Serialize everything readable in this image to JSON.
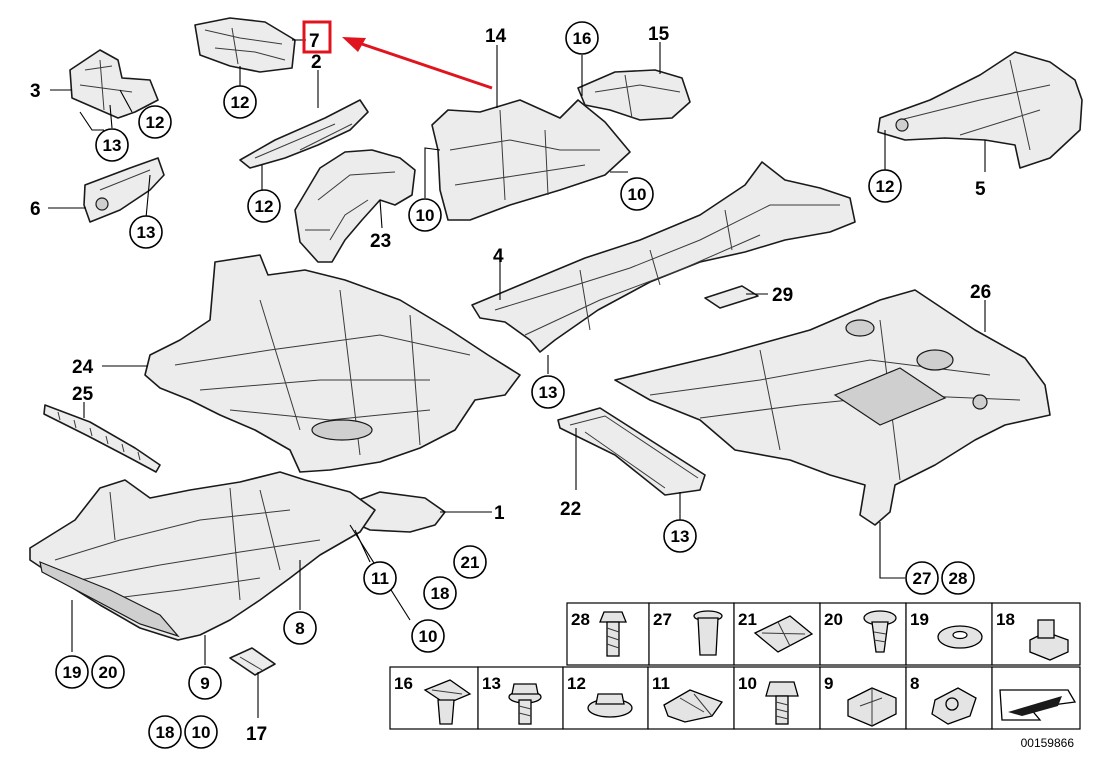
{
  "labels": {
    "p1": "1",
    "p2": "2",
    "p3": "3",
    "p4": "4",
    "p5": "5",
    "p6": "6",
    "p7": "7",
    "p8": "8",
    "p14": "14",
    "p15": "15",
    "p16": "16",
    "p17": "17",
    "p22": "22",
    "p23": "23",
    "p24": "24",
    "p25": "25",
    "p26": "26",
    "p29": "29"
  },
  "callouts": {
    "c12a": "12",
    "c12b": "12",
    "c12c": "12",
    "c12d": "12",
    "c13a": "13",
    "c13b": "13",
    "c13c": "13",
    "c13d": "13",
    "c10a": "10",
    "c10b": "10",
    "c10c": "10",
    "c10d": "10",
    "c16": "16",
    "c11": "11",
    "c18a": "18",
    "c18b": "18",
    "c21": "21",
    "c19": "19",
    "c20": "20",
    "c9": "9",
    "c8": "8",
    "c27": "27",
    "c28": "28"
  },
  "hardware_table": {
    "row1": [
      {
        "num": "28",
        "icon": "hex-bolt-icon"
      },
      {
        "num": "27",
        "icon": "sleeve-icon"
      },
      {
        "num": "21",
        "icon": "foam-pad-icon"
      },
      {
        "num": "20",
        "icon": "expansion-rivet-icon"
      },
      {
        "num": "19",
        "icon": "washer-icon"
      },
      {
        "num": "18",
        "icon": "collar-nut-icon"
      }
    ],
    "row2": [
      {
        "num": "16",
        "icon": "plastic-rivet-icon"
      },
      {
        "num": "13",
        "icon": "flange-bolt-icon"
      },
      {
        "num": "12",
        "icon": "flange-nut-icon"
      },
      {
        "num": "11",
        "icon": "spring-clip-icon"
      },
      {
        "num": "10",
        "icon": "screw-icon"
      },
      {
        "num": "9",
        "icon": "clip-nut-icon"
      },
      {
        "num": "8",
        "icon": "bracket-clip-icon"
      }
    ]
  },
  "diagram_id": "00159866",
  "colors": {
    "highlight": "#e0141e",
    "outline": "#1a1a1a",
    "part_fill": "#ececec"
  }
}
